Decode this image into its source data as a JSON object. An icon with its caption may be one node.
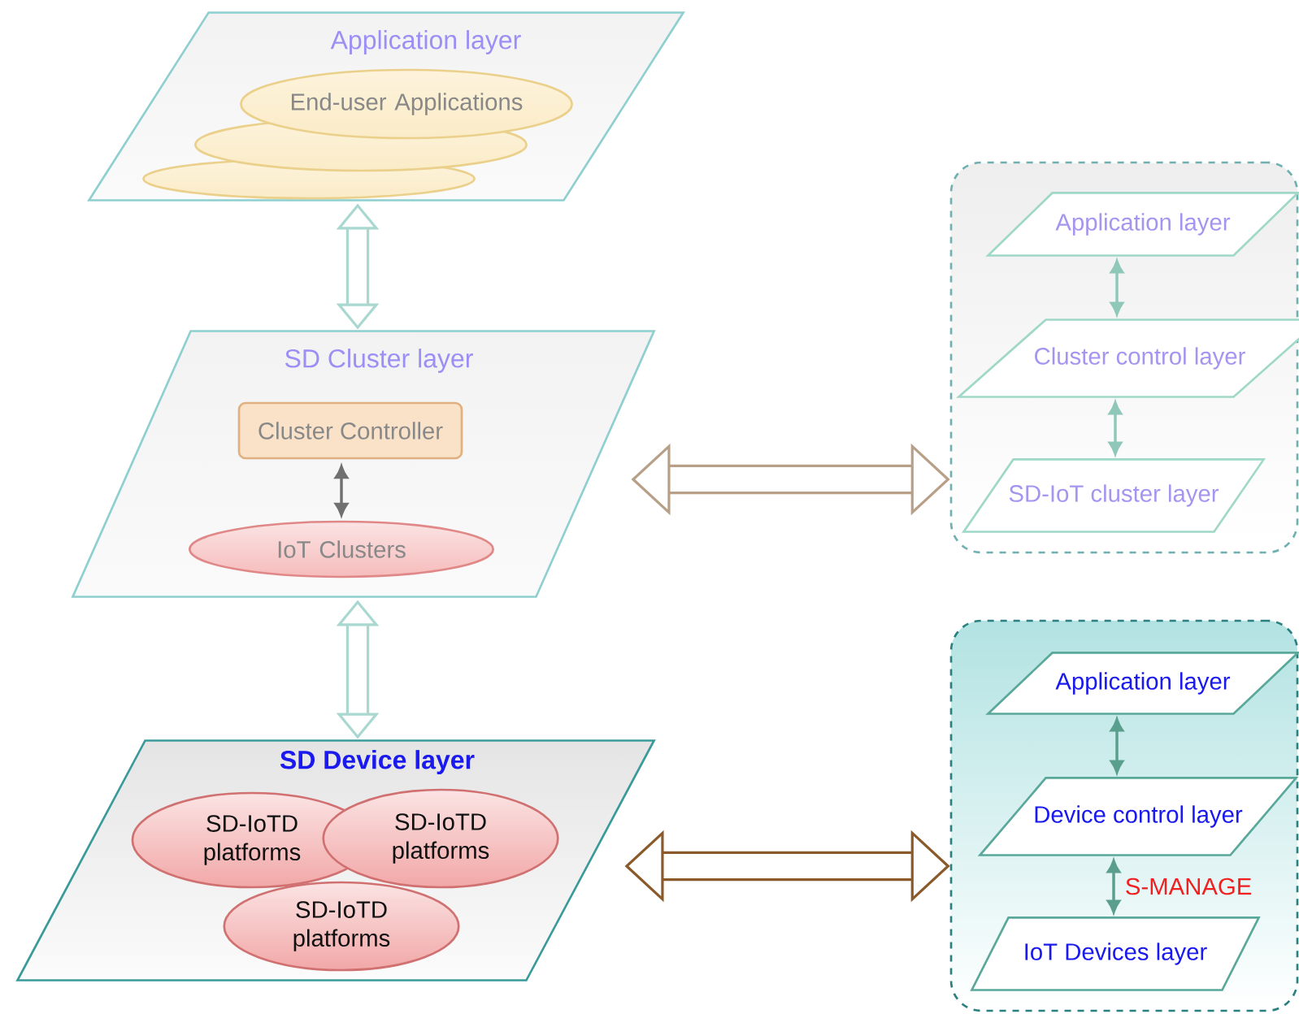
{
  "diagram": {
    "nodes": [
      {
        "text": [
          "Application layer"
        ]
      },
      {
        "text": [],
        "shape": "ellipse",
        "in": 0
      },
      {
        "text": [],
        "shape": "ellipse",
        "in": 0
      },
      {
        "text": [
          "End-user Applications"
        ],
        "in": 0
      },
      {
        "text": [
          "SD Cluster layer"
        ]
      },
      {
        "text": [
          "Cluster Controller"
        ],
        "in": 4
      },
      {
        "text": [
          "IoT Clusters"
        ],
        "in": 4
      },
      {
        "text": [
          "SD Device layer"
        ]
      },
      {
        "text": [
          "SD-IoTD platforms"
        ],
        "in": 7
      },
      {
        "text": [
          "SD-IoTD platforms"
        ],
        "in": 7
      },
      {
        "text": [
          "SD-IoTD platforms"
        ],
        "in": 7
      },
      {
        "text": [],
        "shape": "box"
      },
      {
        "text": [
          "Application layer"
        ],
        "in": 11
      },
      {
        "text": [
          "Cluster control layer"
        ],
        "in": 11
      },
      {
        "text": [
          "SD-IoT cluster layer"
        ],
        "in": 11
      },
      {
        "text": [],
        "shape": "box"
      },
      {
        "text": [
          "Application layer"
        ],
        "in": 15
      },
      {
        "text": [
          "Device control layer"
        ],
        "in": 15
      },
      {
        "text": [
          "IoT Devices layer"
        ],
        "in": 15
      }
    ],
    "edges": [
      {
        "from": 0,
        "to": 4,
        "arrow": "both",
        "style": "thick",
        "color": "#a8d8d0"
      },
      {
        "from": 5,
        "to": 6,
        "arrow": "both",
        "color": "#707070"
      },
      {
        "from": 4,
        "to": 7,
        "arrow": "both",
        "style": "thick",
        "color": "#a8d8d0"
      },
      {
        "from": 4,
        "to": 11,
        "arrow": "both",
        "style": "thick",
        "color": "#b8a088"
      },
      {
        "from": 7,
        "to": 15,
        "arrow": "both",
        "style": "thick",
        "color": "#8a5a2a"
      },
      {
        "from": 12,
        "to": 13,
        "arrow": "both",
        "color": "#8fc8b8"
      },
      {
        "from": 13,
        "to": 14,
        "arrow": "both",
        "color": "#8fc8b8"
      },
      {
        "from": 16,
        "to": 17,
        "arrow": "both",
        "color": "#5a9e8e"
      },
      {
        "from": 17,
        "to": 18,
        "arrow": "both",
        "color": "#5a9e8e",
        "label": "S-MANAGE"
      }
    ]
  }
}
